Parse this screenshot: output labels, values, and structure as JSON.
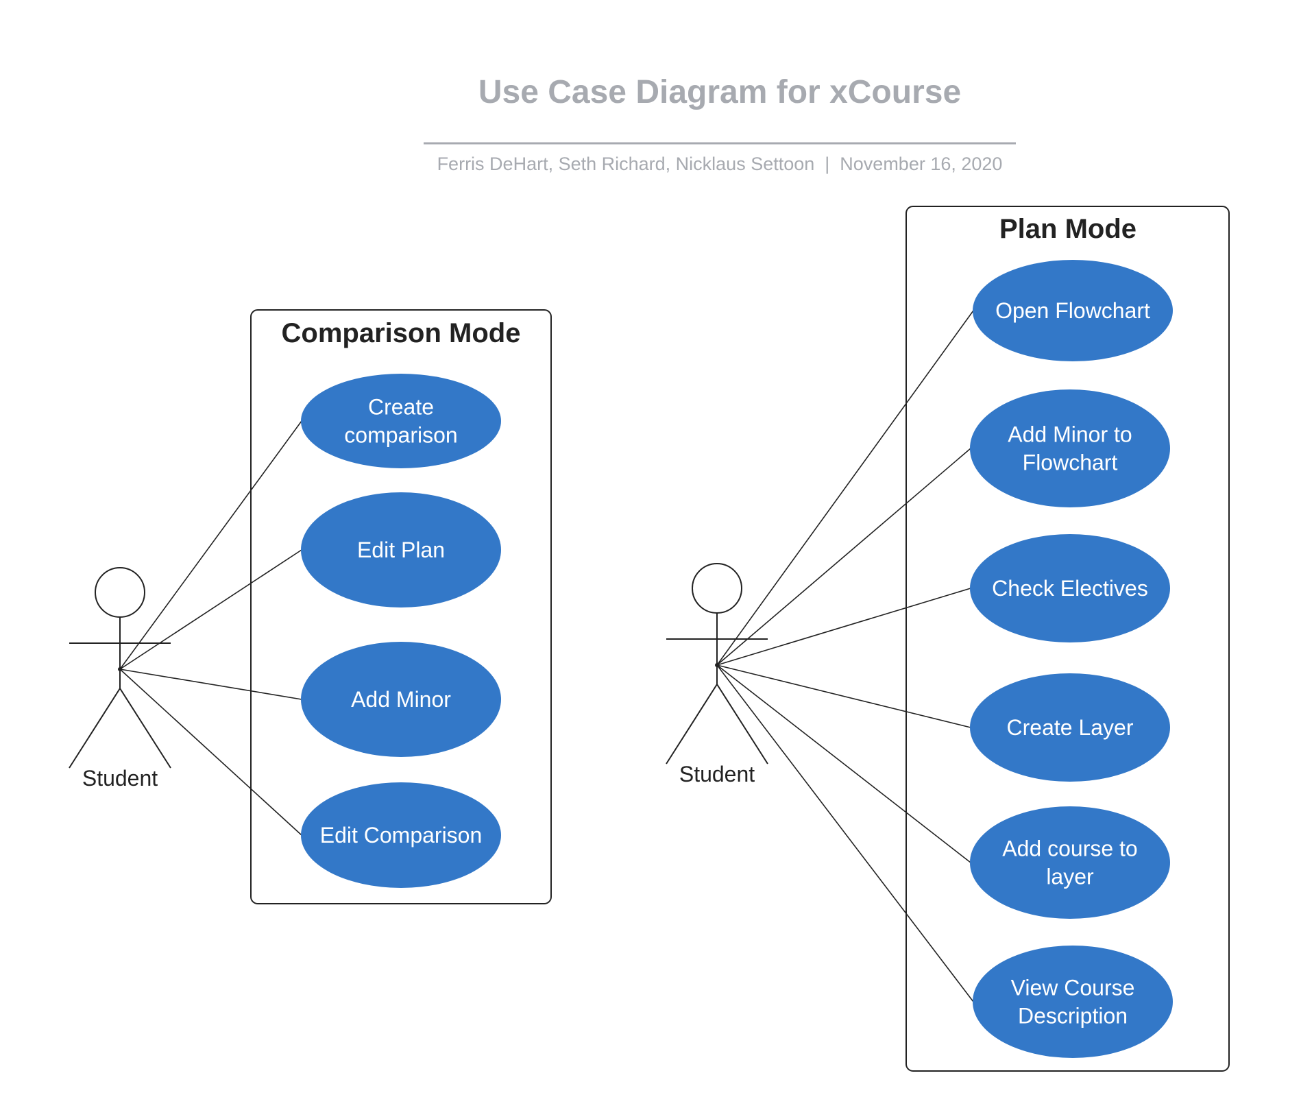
{
  "header": {
    "title": "Use Case Diagram for xCourse",
    "subtitle": "Ferris DeHart, Seth Richard, Nicklaus Settoon  |  November 16, 2020"
  },
  "colors": {
    "title": "#A7AAB0",
    "subtitle": "#A7AAB0",
    "divider": "#A7AAB0",
    "use_case_fill": "#3378C8",
    "use_case_text": "#FFFFFF",
    "line": "#222222",
    "box_border": "#222222"
  },
  "comparison_mode": {
    "title": "Comparison Mode",
    "actor": "Student",
    "use_cases": [
      {
        "lines": [
          "Create",
          "comparison"
        ]
      },
      {
        "lines": [
          "Edit Plan"
        ]
      },
      {
        "lines": [
          "Add Minor"
        ]
      },
      {
        "lines": [
          "Edit Comparison"
        ]
      }
    ]
  },
  "plan_mode": {
    "title": "Plan Mode",
    "actor": "Student",
    "use_cases": [
      {
        "lines": [
          "Open Flowchart"
        ]
      },
      {
        "lines": [
          "Add Minor to",
          "Flowchart"
        ]
      },
      {
        "lines": [
          "Check Electives"
        ]
      },
      {
        "lines": [
          "Create Layer"
        ]
      },
      {
        "lines": [
          "Add course to",
          "layer"
        ]
      },
      {
        "lines": [
          "View Course",
          "Description"
        ]
      }
    ]
  }
}
